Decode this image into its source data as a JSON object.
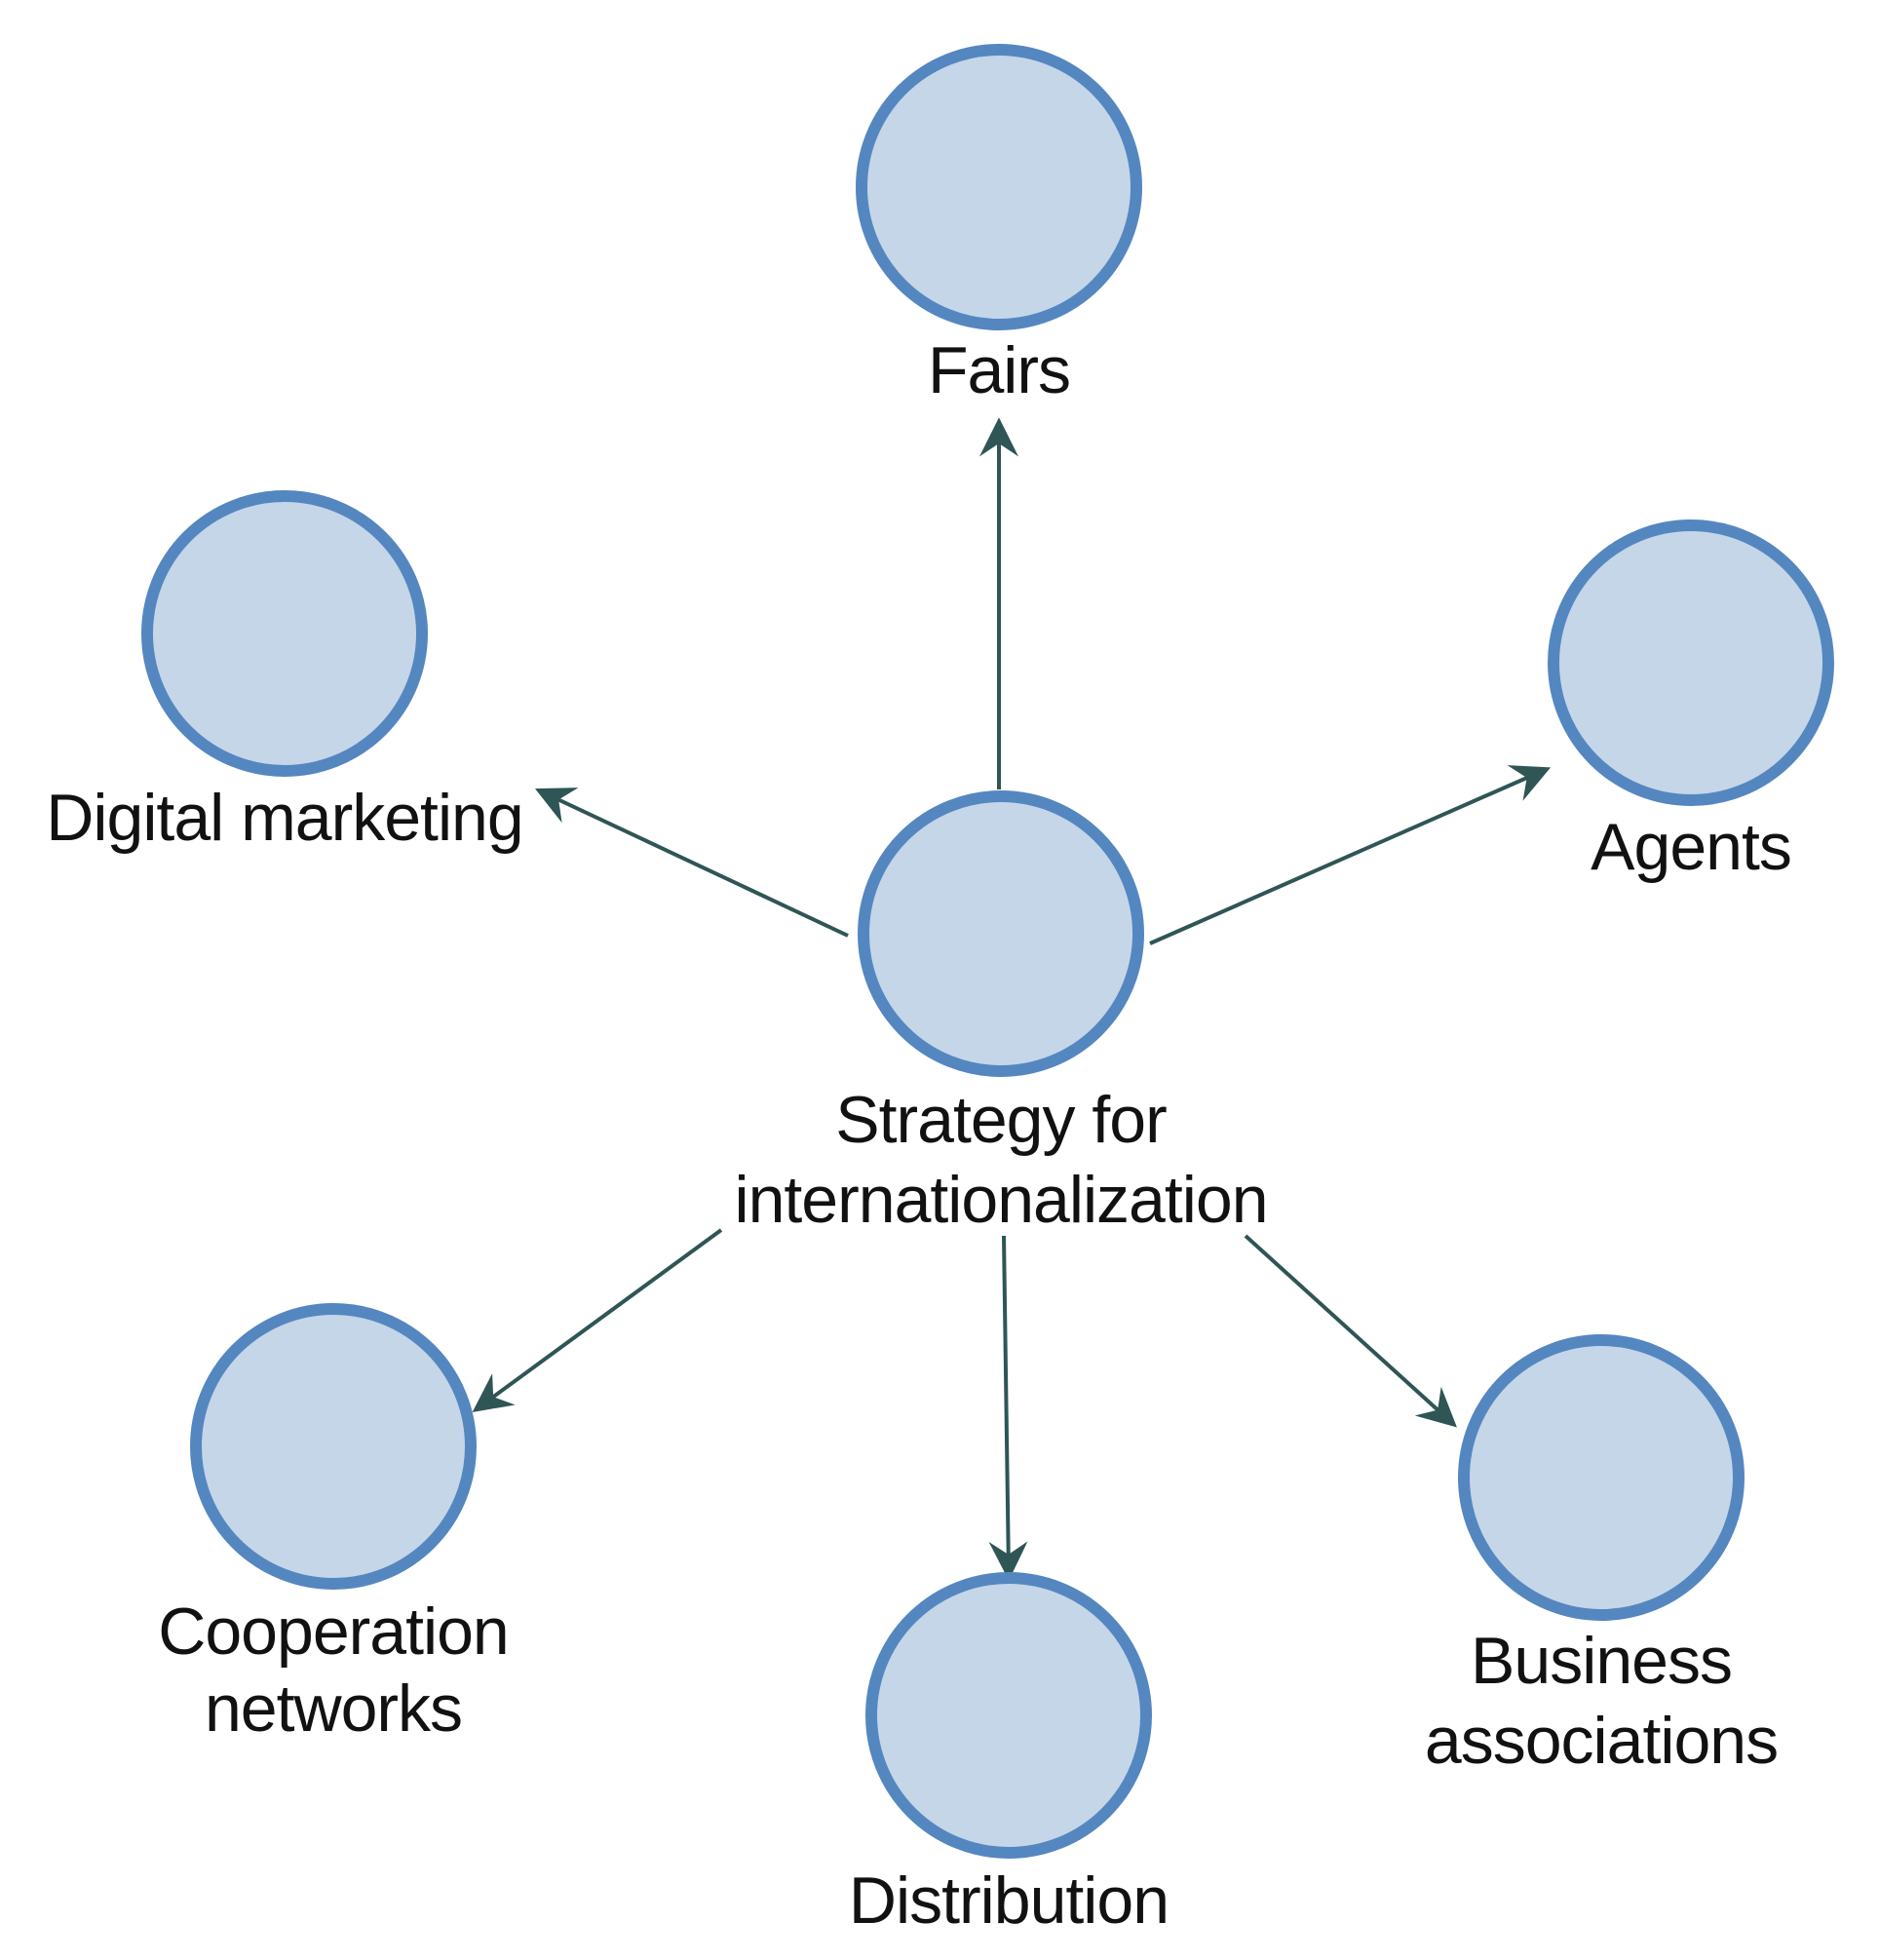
{
  "diagram": {
    "center": {
      "label_line1": "Strategy for",
      "label_line2": "internationalization"
    },
    "nodes": {
      "fairs": {
        "label": "Fairs"
      },
      "agents": {
        "label": "Agents"
      },
      "digital_marketing": {
        "label": "Digital marketing"
      },
      "cooperation_networks": {
        "label_line1": "Cooperation",
        "label_line2": "networks"
      },
      "distribution": {
        "label": "Distribution"
      },
      "business_associations": {
        "label_line1": "Business",
        "label_line2": "associations"
      }
    },
    "colors": {
      "node_fill": "#c5d6e9",
      "node_stroke": "#5487c0",
      "edge": "#2f5555",
      "text": "#111111"
    }
  }
}
